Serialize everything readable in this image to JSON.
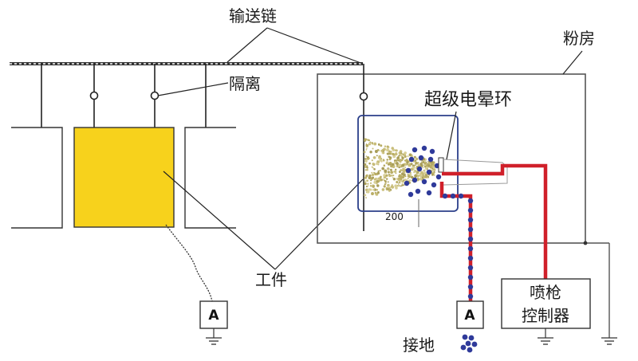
{
  "labels": {
    "conveyor_chain": "输送链",
    "isolation": "隔离",
    "powder_booth": "粉房",
    "super_corona_ring": "超级电晕环",
    "workpiece": "工件",
    "distance": "200",
    "ground": "接地",
    "gun_controller_line1": "喷枪",
    "gun_controller_line2": "控制器",
    "ammeter_left": "A",
    "ammeter_right": "A"
  },
  "colors": {
    "workpiece_fill": "#f7d21c",
    "booth_line": "#555555",
    "hanger_line": "#222222",
    "chain": "#333333",
    "gun_box": "#2b3f8a",
    "powder_dot": "#2f3a9a",
    "cable_red": "#d0202a",
    "cable_blue": "#2f3a9a",
    "powder_cloud": "#c8bd7a"
  }
}
